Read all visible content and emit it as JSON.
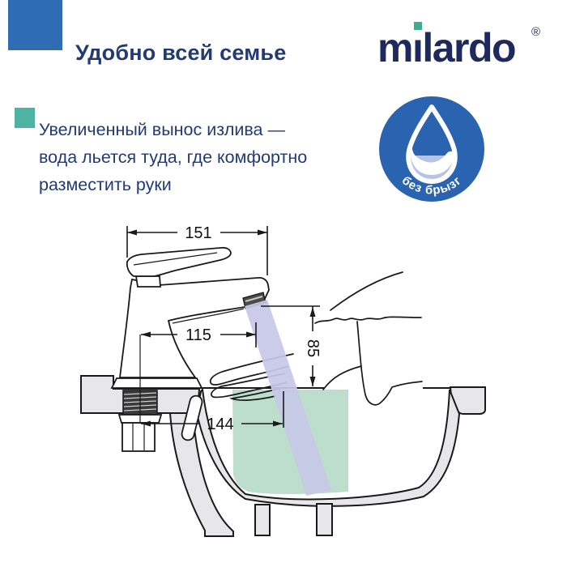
{
  "header": {
    "title": "Удобно всей семье",
    "square_color": "#2e6db4",
    "text_color": "#233a72"
  },
  "logo": {
    "brand": "milardo",
    "brand_display": "mılardo",
    "registered": "®",
    "color": "#1e2a5e",
    "dot_color": "#3cb08e"
  },
  "feature": {
    "bullet_color": "#4db3a2",
    "line1": "Увеличенный вынос излива —",
    "line2": "вода льется туда, где комфортно",
    "line3": "разместить руки"
  },
  "badge": {
    "label": "без брызг",
    "bg_color": "#2a63b0",
    "icon": "water-drop-icon",
    "swoosh_color": "#b5c3e8"
  },
  "diagram": {
    "type": "faucet-dimension-drawing",
    "dim_spout_reach_total": "151",
    "dim_spout_reach": "115",
    "dim_spout_height": "85",
    "dim_stream_reach": "144",
    "stream_color": "#c6c8e7",
    "highlight_color": "#b9dcca",
    "material_color": "#e7e7e9",
    "line_color": "#1a1a1a"
  }
}
